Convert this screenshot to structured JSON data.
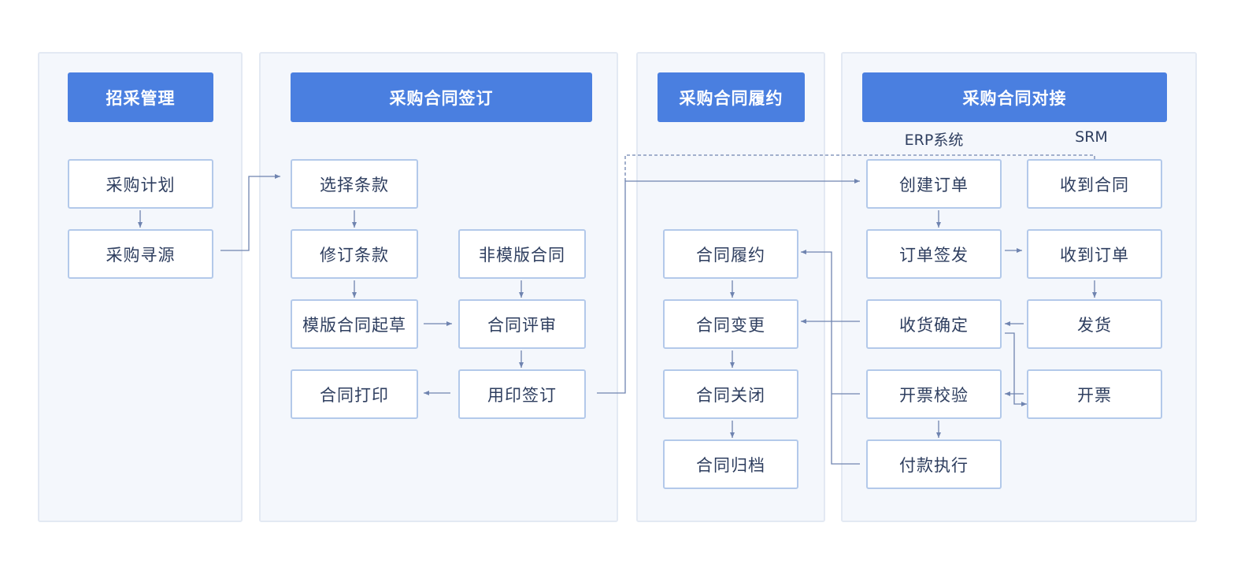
{
  "sections": {
    "tender": {
      "title": "招采管理",
      "nodes": {
        "plan": "采购计划",
        "sourcing": "采购寻源"
      }
    },
    "signing": {
      "title": "采购合同签订",
      "nodes": {
        "select_terms": "选择条款",
        "revise_terms": "修订条款",
        "non_template": "非模版合同",
        "template_draft": "模版合同起草",
        "review": "合同评审",
        "print": "合同打印",
        "seal_sign": "用印签订"
      }
    },
    "performance": {
      "title": "采购合同履约",
      "nodes": {
        "perform": "合同履约",
        "change": "合同变更",
        "close": "合同关闭",
        "archive": "合同归档"
      }
    },
    "integration": {
      "title": "采购合同对接",
      "erp_label": "ERP系统",
      "srm_label": "SRM",
      "erp_nodes": {
        "create_order": "创建订单",
        "order_issue": "订单签发",
        "receipt_confirm": "收货确定",
        "invoice_check": "开票校验",
        "payment": "付款执行"
      },
      "srm_nodes": {
        "receive_contract": "收到合同",
        "receive_order": "收到订单",
        "ship": "发货",
        "invoice": "开票"
      }
    }
  },
  "colors": {
    "header_bg": "#4a7fe0",
    "panel_bg": "#f4f7fc",
    "node_border": "#b3c9ea",
    "connector": "#6f84b0",
    "text": "#2e3e5f"
  }
}
